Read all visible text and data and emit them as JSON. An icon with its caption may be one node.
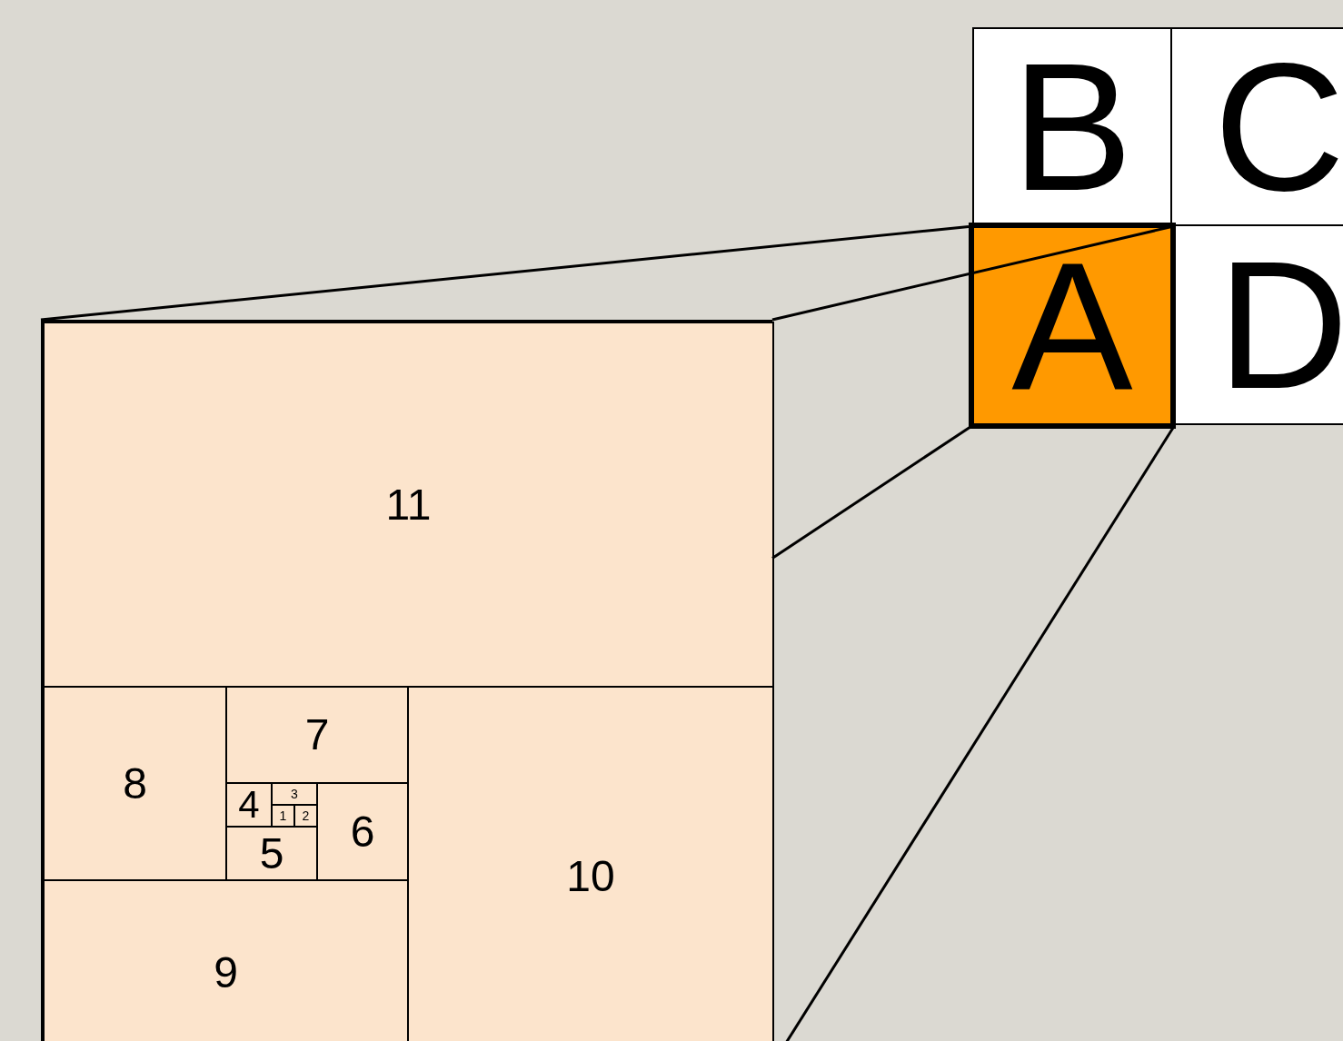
{
  "diagram": {
    "nodes": [
      {
        "text": [
          "B"
        ]
      },
      {
        "text": [
          "C"
        ]
      },
      {
        "text": [
          "A"
        ]
      },
      {
        "text": [
          "D"
        ]
      },
      {
        "text": [],
        "shape": "box"
      },
      {
        "text": [
          "11"
        ],
        "in": 4
      },
      {
        "text": [
          "8"
        ],
        "in": 4
      },
      {
        "text": [
          "7"
        ],
        "in": 4
      },
      {
        "text": [
          "10"
        ],
        "in": 4
      },
      {
        "text": [
          "4"
        ],
        "in": 4
      },
      {
        "text": [
          "3"
        ],
        "in": 4
      },
      {
        "text": [
          "6"
        ],
        "in": 4
      },
      {
        "text": [
          "1"
        ],
        "in": 4
      },
      {
        "text": [
          "2"
        ],
        "in": 4
      },
      {
        "text": [
          "5"
        ],
        "in": 4
      },
      {
        "text": [
          "9"
        ],
        "in": 4
      }
    ],
    "edges": [
      {
        "from": 2,
        "to": 4,
        "arrow": "none"
      },
      {
        "from": 2,
        "to": 4,
        "arrow": "none"
      },
      {
        "from": 2,
        "to": 4,
        "arrow": "none"
      },
      {
        "from": 2,
        "to": 4,
        "arrow": "none"
      }
    ]
  }
}
